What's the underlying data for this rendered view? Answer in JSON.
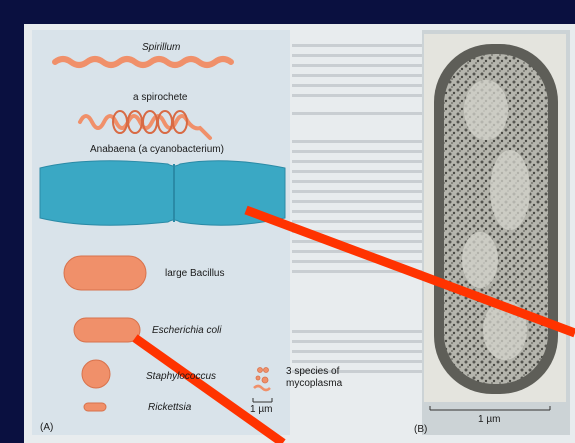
{
  "panel_a": {
    "label": "(A)",
    "organisms": {
      "spirillum": "Spirillum",
      "spirochete": "a spirochete",
      "anabaena": "Anabaena (a cyanobacterium)",
      "large_bacillus": "large Bacillus",
      "ecoli": "Escherichia coli",
      "staphylococcus": "Staphylococcus",
      "rickettsia": "Rickettsia",
      "mycoplasma_line1": "3 species of",
      "mycoplasma_line2": "mycoplasma"
    },
    "scale_bar": "1 µm"
  },
  "panel_b": {
    "label": "(B)",
    "scale_bar": "1 µm"
  },
  "colors": {
    "background": "#0a1040",
    "page": "#e8ecee",
    "organism_orange": "#f0906a",
    "anabaena_teal": "#3aa8c4",
    "pointer_red": "#ff3300"
  }
}
